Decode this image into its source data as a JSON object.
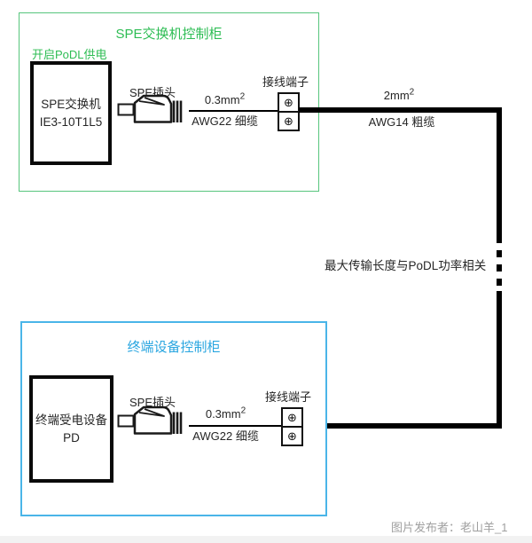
{
  "colors": {
    "cabinet_green_border": "#57c57d",
    "green_text": "#2ebd54",
    "cabinet_cyan_border": "#4ab5e8",
    "cyan_text": "#2aa6e0",
    "cable_black": "#000000",
    "label_text": "#262626",
    "watermark_gray": "#a0a0a0"
  },
  "top_cabinet": {
    "title": "SPE交换机控制柜",
    "podl_label": "开启PoDL供电",
    "device": {
      "line1": "SPE交换机",
      "line2": "IE3-10T1L5"
    },
    "plug_label": "SPE插头",
    "cable_size": "0.3mm",
    "cable_size_sup": "2",
    "cable_type": "AWG22 细缆",
    "terminal_label": "接线端子",
    "terminal_screw_symbol": "⊕"
  },
  "trunk": {
    "size": "2mm",
    "size_sup": "2",
    "type": "AWG14 粗缆",
    "note": "最大传输长度与PoDL功率相关"
  },
  "bottom_cabinet": {
    "title": "终端设备控制柜",
    "device": {
      "line1": "终端受电设备",
      "line2": "PD"
    },
    "plug_label": "SPE插头",
    "cable_size": "0.3mm",
    "cable_size_sup": "2",
    "cable_type": "AWG22 细缆",
    "terminal_label": "接线端子",
    "terminal_screw_symbol": "⊕"
  },
  "footer": {
    "credit": "图片发布者：老山羊_1"
  }
}
